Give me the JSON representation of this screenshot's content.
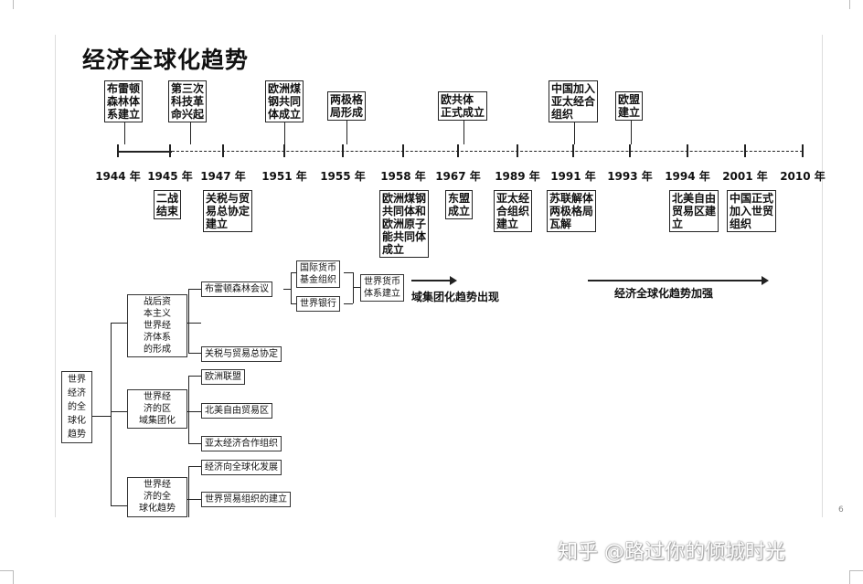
{
  "title": "经济全球化趋势",
  "timeline": {
    "years": [
      "1944 年",
      "1945 年",
      "1947 年",
      "1951 年",
      "1955 年",
      "1958 年",
      "1967 年",
      "1989 年",
      "1991 年",
      "1993 年",
      "1994 年",
      "2001 年",
      "2010 年"
    ],
    "above_events": [
      "布雷顿\n森林体\n系建立",
      "第三次\n科技革\n命兴起",
      "欧洲煤\n钢共同\n体成立",
      "两极格\n局形成",
      "欧共体\n正式成立",
      "中国加入\n亚太经合\n组织",
      "欧盟\n建立"
    ],
    "below_events": [
      "二战\n结束",
      "关税与贸\n易总协定\n建立",
      "欧洲煤钢\n共同体和\n欧洲原子\n能共同体\n成立",
      "东盟\n成立",
      "亚太经\n合组织\n建立",
      "苏联解体\n两极格局\n瓦解",
      "北美自由\n贸易区建\n立",
      "中国正式\n加入世贸\n组织"
    ]
  },
  "tree": {
    "root": "世界\n经济\n的全\n球化\n趋势",
    "branches": [
      {
        "label": "战后资\n本主义\n世界经\n济体系\n的形成"
      },
      {
        "label": "世界经\n济的区\n域集团化"
      },
      {
        "label": "世界经\n济的全\n球化趋势"
      }
    ],
    "leaves": [
      "布雷顿森林会议",
      "关税与贸易总协定",
      "欧洲联盟",
      "北美自由贸易区",
      "亚太经济合作组织",
      "经济向全球化发展",
      "世界贸易组织的建立"
    ],
    "sub_leaves": [
      "国际货币\n基金组织",
      "世界银行"
    ],
    "result": "世界货币\n体系建立"
  },
  "trends": {
    "regional": "域集团化趋势出现",
    "global": "经济全球化趋势加强"
  },
  "page_number": "6",
  "watermark": "知乎 @路过你的倾城时光"
}
